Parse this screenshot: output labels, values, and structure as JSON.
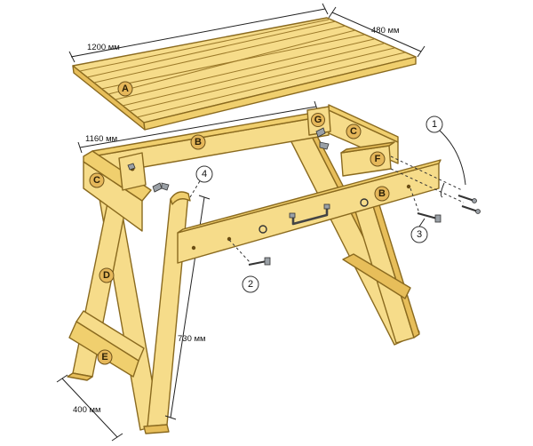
{
  "dimensions": {
    "top_length": "1200 мм",
    "top_width": "480 мм",
    "frame_length": "1160 мм",
    "height": "730 мм",
    "base_width": "400 мм"
  },
  "part_labels": {
    "a": "A",
    "b_back": "B",
    "b_front": "B",
    "c_left": "C",
    "c_right": "C",
    "d": "D",
    "e": "E",
    "f": "F",
    "g": "G"
  },
  "fastener_numbers": {
    "n1": "1",
    "n2": "2",
    "n3": "3",
    "n4": "4"
  },
  "colors": {
    "wood_light": "#f6dc8a",
    "wood_dark": "#e7be5a",
    "outline": "#8a6a1f",
    "badge": "#e5b75a"
  }
}
